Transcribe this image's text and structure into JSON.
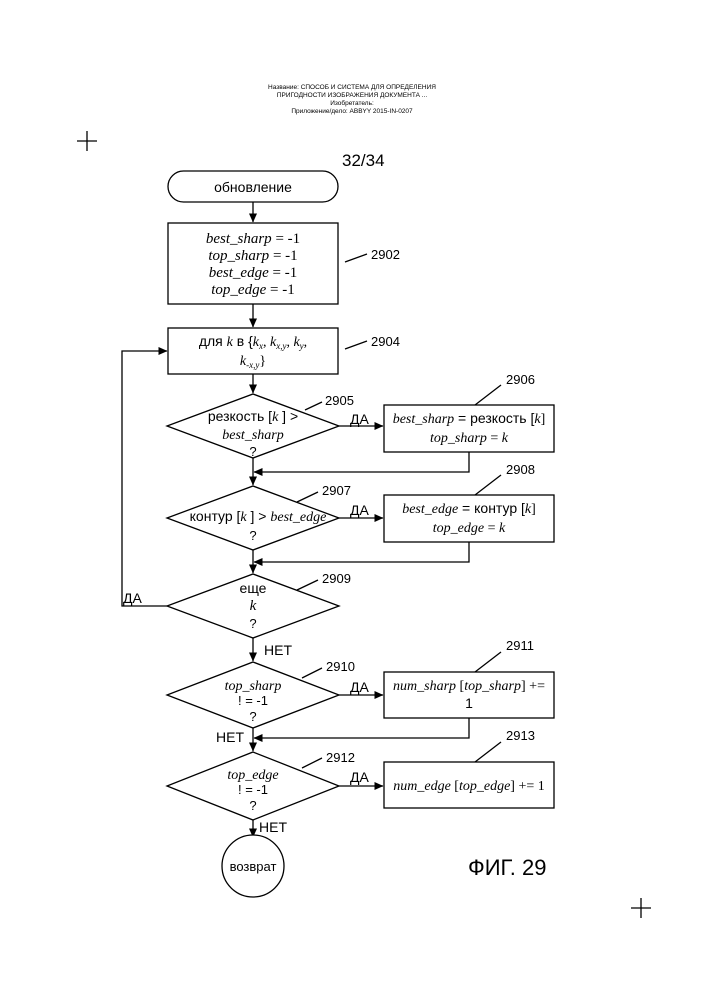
{
  "header": {
    "line1": "Название: СПОСОБ И СИСТЕМА ДЛЯ ОПРЕДЕЛЕНИЯ",
    "line2": "ПРИГОДНОСТИ ИЗОБРАЖЕНИЯ ДОКУМЕНТА ...",
    "line3": "Изобретатель:",
    "line4": "Приложение/дело: ABBYY 2015-IN-0207"
  },
  "page_number": "32/34",
  "figure_label": "ФИГ. 29",
  "nodes": {
    "start": "обновление",
    "init": {
      "ref": "2902",
      "lines": [
        {
          "var": "best_sharp",
          "op": " = -1"
        },
        {
          "var": "top_sharp",
          "op": " = -1"
        },
        {
          "var": "best_edge",
          "op": " = -1"
        },
        {
          "var": "top_edge",
          "op": " = -1"
        }
      ]
    },
    "loop": {
      "ref": "2904",
      "prefix": "для ",
      "k": "k",
      "in": " в {",
      "kx": "k",
      "kx_sub": "x",
      "kxy": "k",
      "kxy_sub": "x,y",
      "ky": "k",
      "ky_sub": "y",
      "kmxy": "k",
      "kmxy_sub": "-x,y",
      "close": "}"
    },
    "d2905": {
      "ref": "2905",
      "l1": "резкость [",
      "k": "k",
      "l1b": " ] >",
      "l2": "best_sharp",
      "l3": "?"
    },
    "b2906": {
      "ref": "2906",
      "a_var": "best_sharp",
      "a_mid": " = резкость [",
      "a_k": "k",
      "a_end": "]",
      "b_var": "top_sharp",
      "b_mid": " = ",
      "b_k": "k"
    },
    "d2907": {
      "ref": "2907",
      "l1": "контур [",
      "k": "k",
      "l1b": " ] > ",
      "l1c": "best_edge",
      "l2": "?"
    },
    "b2908": {
      "ref": "2908",
      "a_var": "best_edge",
      "a_mid": " = контур [",
      "a_k": "k",
      "a_end": "]",
      "b_var": "top_edge",
      "b_mid": " = ",
      "b_k": "k"
    },
    "d2909": {
      "ref": "2909",
      "l1": "еще",
      "l2": "k",
      "l3": "?"
    },
    "d2910": {
      "ref": "2910",
      "l1": "top_sharp",
      "l2": "! = -1",
      "l3": "?"
    },
    "b2911": {
      "ref": "2911",
      "a_var": "num_sharp",
      "a_mid": " [",
      "a_var2": "top_sharp",
      "a_end": "] +=",
      "l2": "1"
    },
    "d2912": {
      "ref": "2912",
      "l1": "top_edge",
      "l2": "! = -1",
      "l3": "?"
    },
    "b2913": {
      "ref": "2913",
      "a_var": "num_edge",
      "a_mid": " [",
      "a_var2": "top_edge",
      "a_end": "] += 1"
    },
    "end": "возврат"
  },
  "labels": {
    "yes": "ДА",
    "no": "НЕТ"
  }
}
